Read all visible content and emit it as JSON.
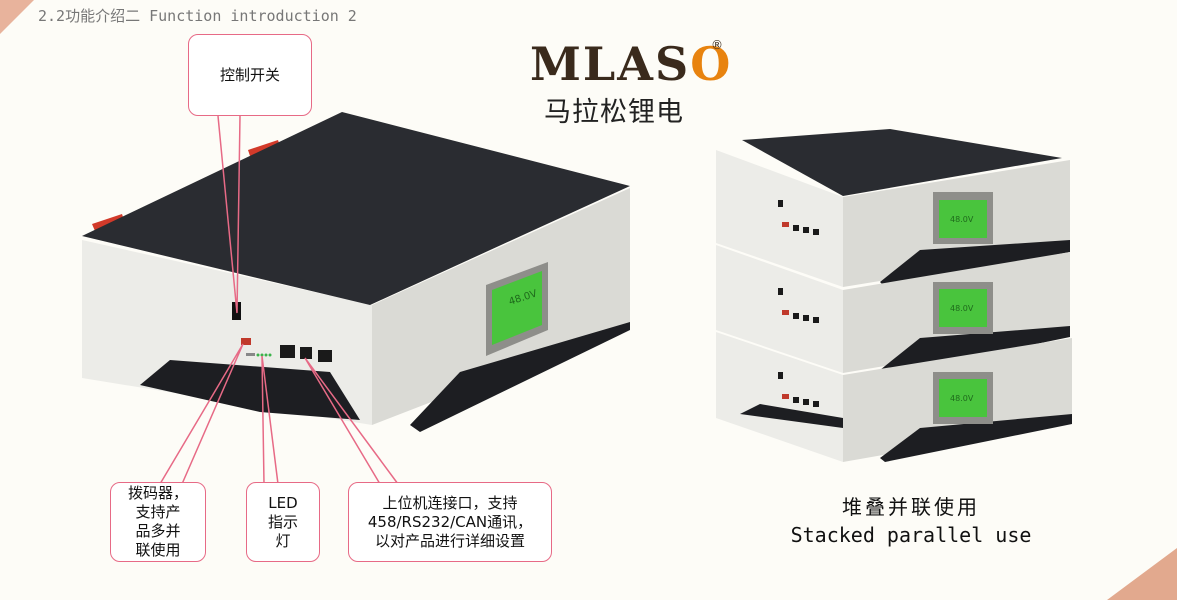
{
  "header": {
    "title": "2.2功能介绍二 Function introduction 2"
  },
  "logo": {
    "word": "MLASO",
    "registered": "®",
    "cn_name": "马拉松锂电"
  },
  "battery": {
    "display_voltage": "48.0V"
  },
  "callouts": {
    "control_switch": "控制开关",
    "dip_switch": "拨码器，\n支持产\n品多并\n联使用",
    "led_indicator": "LED\n指示\n灯",
    "host_interface": "上位机连接口，支持\n458/RS232/CAN通讯，\n以对产品进行详细设置"
  },
  "stack": {
    "caption_cn": "堆叠并联使用",
    "caption_en": "Stacked parallel use"
  },
  "colors": {
    "body": "#ececE8",
    "top": "#2a2c31",
    "screen": "#49c43d",
    "handle": "#d23a2a",
    "accent": "#e8830f",
    "callout_border": "#e76a86"
  }
}
